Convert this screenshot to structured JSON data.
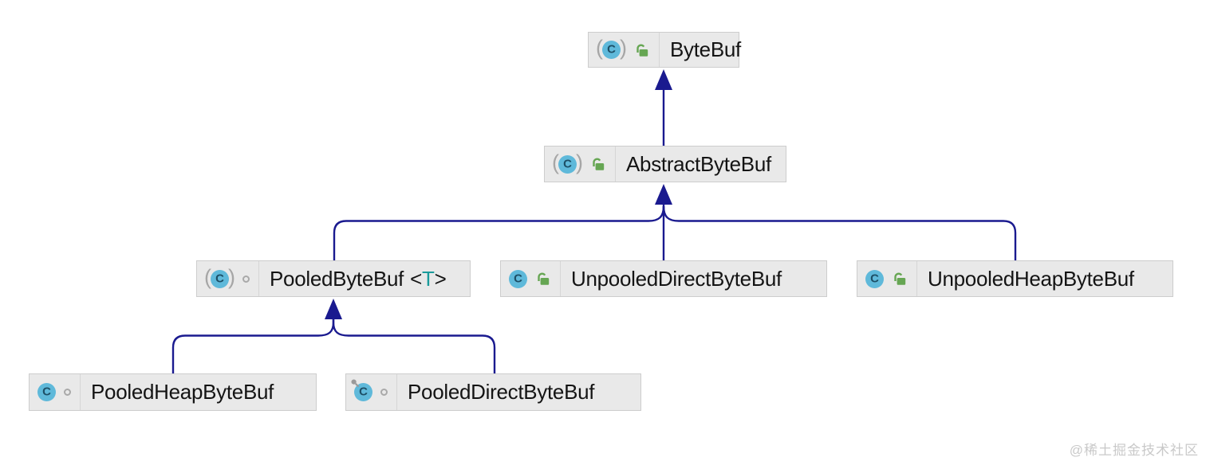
{
  "diagram": {
    "kind": "uml-class-inheritance",
    "class_letter": "C",
    "abstract_paren_open": "(",
    "abstract_paren_close": ")",
    "connector_color": "#1a1a8f",
    "node_bg_color": "#e9e9e9",
    "class_icon_color": "#5fb9da",
    "public_lock_color": "#66a653",
    "generic_param_color": "#1a9b9b"
  },
  "nodes": [
    {
      "label": "ByteBuf",
      "kind": "abstract-class",
      "visibility": "public"
    },
    {
      "label": "AbstractByteBuf",
      "kind": "abstract-class",
      "visibility": "public"
    },
    {
      "label": "PooledByteBuf",
      "kind": "abstract-class",
      "visibility": "package-private",
      "generic_open": "<",
      "generic_param": "T",
      "generic_close": ">"
    },
    {
      "label": "UnpooledDirectByteBuf",
      "kind": "class",
      "visibility": "public"
    },
    {
      "label": "UnpooledHeapByteBuf",
      "kind": "class",
      "visibility": "public"
    },
    {
      "label": "PooledHeapByteBuf",
      "kind": "class",
      "visibility": "package-private"
    },
    {
      "label": "PooledDirectByteBuf",
      "kind": "class",
      "visibility": "package-private",
      "modifier": "final"
    }
  ],
  "edges": [
    {
      "from": "AbstractByteBuf",
      "to": "ByteBuf",
      "type": "extends"
    },
    {
      "from": "PooledByteBuf",
      "to": "AbstractByteBuf",
      "type": "extends"
    },
    {
      "from": "UnpooledDirectByteBuf",
      "to": "AbstractByteBuf",
      "type": "extends"
    },
    {
      "from": "UnpooledHeapByteBuf",
      "to": "AbstractByteBuf",
      "type": "extends"
    },
    {
      "from": "PooledHeapByteBuf",
      "to": "PooledByteBuf",
      "type": "extends"
    },
    {
      "from": "PooledDirectByteBuf",
      "to": "PooledByteBuf",
      "type": "extends"
    }
  ],
  "watermark": {
    "text": "@稀土掘金技术社区"
  }
}
